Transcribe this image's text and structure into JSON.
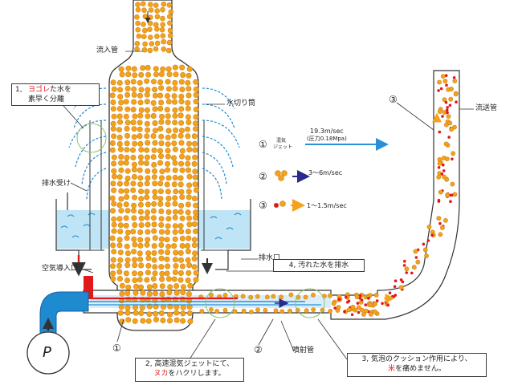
{
  "labels": {
    "inflow_pipe": "流入管",
    "splash_guard": "水切り筒",
    "drain_receiver": "排水受け",
    "drain_outlet": "排水口",
    "air_inlet": "空気導入口",
    "transport_pipe": "流送管",
    "jet_pipe": "噴射管",
    "pump": "P"
  },
  "callouts": {
    "c1": {
      "num": "1,",
      "pre": "",
      "red": "ヨゴレ",
      "post": "た水を",
      "line2": "素早く分離"
    },
    "c2": {
      "num": "2,",
      "line1": "高速混気ジェットにて、",
      "red": "ヌカ",
      "post": "をハクリします。"
    },
    "c3": {
      "num": "3,",
      "line1": "気泡のクッション作用により、",
      "red": "米",
      "post": "を痛めません。"
    },
    "c4": {
      "num": "4,",
      "text": "汚れた水を排水"
    }
  },
  "markers": {
    "m1": "①",
    "m2": "②",
    "m3": "③"
  },
  "legend": {
    "items": [
      {
        "marker": "①",
        "name_line1": "混気",
        "name_line2": "ジェット",
        "speed": "19.3m/sec",
        "note": "(圧力0.18Mpa)",
        "color": "#2a8fd6"
      },
      {
        "marker": "②",
        "speed": "3～6m/sec",
        "color": "#2a2a8a"
      },
      {
        "marker": "③",
        "speed": "1～1.5m/sec",
        "color": "#f5a21b"
      }
    ]
  },
  "colors": {
    "grain": "#f5a21b",
    "grain_edge": "#c9831b",
    "water": "#bfe4f5",
    "jet_red": "#e0191b",
    "jet_blue": "#2a8fd6",
    "pipe_blue": "#1e8ad0",
    "label_red": "#e0191b"
  }
}
